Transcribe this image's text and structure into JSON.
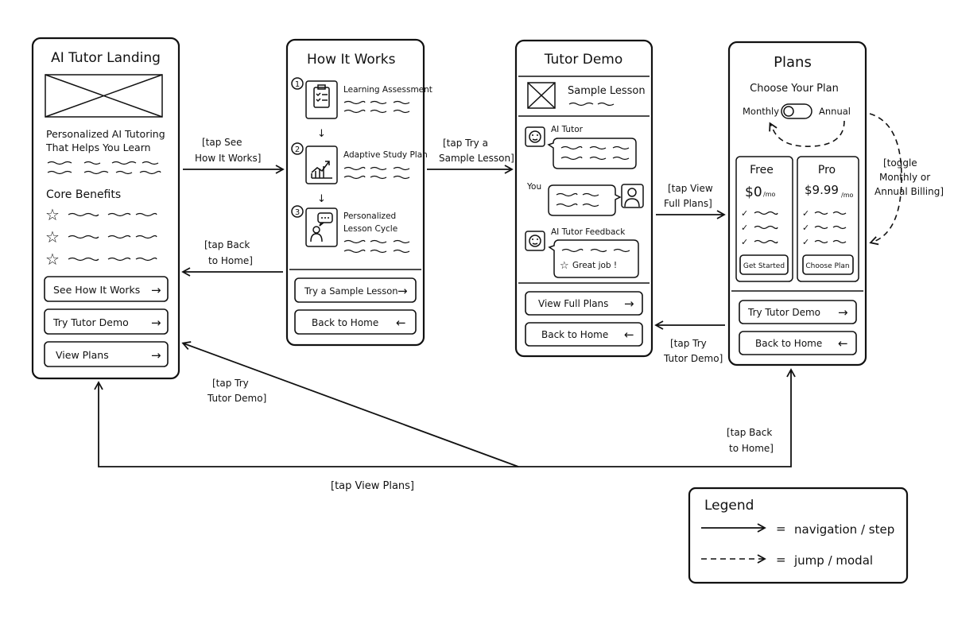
{
  "screens": {
    "landing": {
      "title": "AI Tutor Landing",
      "headline_1": "Personalized AI Tutoring",
      "headline_2": "That Helps You Learn",
      "benefits_title": "Core Benefits",
      "buttons": [
        "See How It Works",
        "Try Tutor Demo",
        "View Plans"
      ]
    },
    "how": {
      "title": "How It Works",
      "steps": [
        {
          "num": "1",
          "line1": "Learning Assessment",
          "line2": ""
        },
        {
          "num": "2",
          "line1": "Adaptive Study Plan",
          "line2": ""
        },
        {
          "num": "3",
          "line1": "Personalized",
          "line2": "Lesson Cycle"
        }
      ],
      "buttons": [
        "Try a Sample Lesson",
        "Back to Home"
      ]
    },
    "demo": {
      "title": "Tutor Demo",
      "lesson_label": "Sample Lesson",
      "ai_label": "AI Tutor",
      "you_label": "You",
      "feedback_label": "AI Tutor Feedback",
      "great_job": "Great job !",
      "buttons": [
        "View Full Plans",
        "Back to Home"
      ]
    },
    "plans": {
      "title": "Plans",
      "subtitle": "Choose Your Plan",
      "monthly": "Monthly",
      "annual": "Annual",
      "free": {
        "name": "Free",
        "price": "$0",
        "unit": "/mo",
        "cta": "Get Started"
      },
      "pro": {
        "name": "Pro",
        "price": "$9.99",
        "unit": "/mo",
        "cta": "Choose Plan"
      },
      "buttons": [
        "Try Tutor Demo",
        "Back to Home"
      ]
    }
  },
  "annotations": {
    "see_how_1": "[tap See",
    "see_how_2": "How It Works]",
    "back_home_a1": "[tap Back",
    "back_home_a2": "to Home]",
    "try_sample_1": "[tap Try a",
    "try_sample_2": "Sample Lesson]",
    "view_full_1": "[tap View",
    "view_full_2": "Full Plans]",
    "try_demo_b1": "[tap Try",
    "try_demo_b2": "Tutor Demo]",
    "toggle_1": "[toggle",
    "toggle_2": "Monthly or",
    "toggle_3": "Annual Billing]",
    "try_demo_c1": "[tap Try",
    "try_demo_c2": "Tutor Demo]",
    "back_home_c1": "[tap Back",
    "back_home_c2": "to Home]",
    "view_plans": "[tap View Plans]"
  },
  "legend": {
    "title": "Legend",
    "equals": "=",
    "solid": "navigation / step",
    "dashed": "jump / modal"
  },
  "icons": {
    "arrow_right": "→",
    "arrow_left": "←",
    "arrow_down": "↓",
    "star": "☆",
    "check": "✓"
  }
}
